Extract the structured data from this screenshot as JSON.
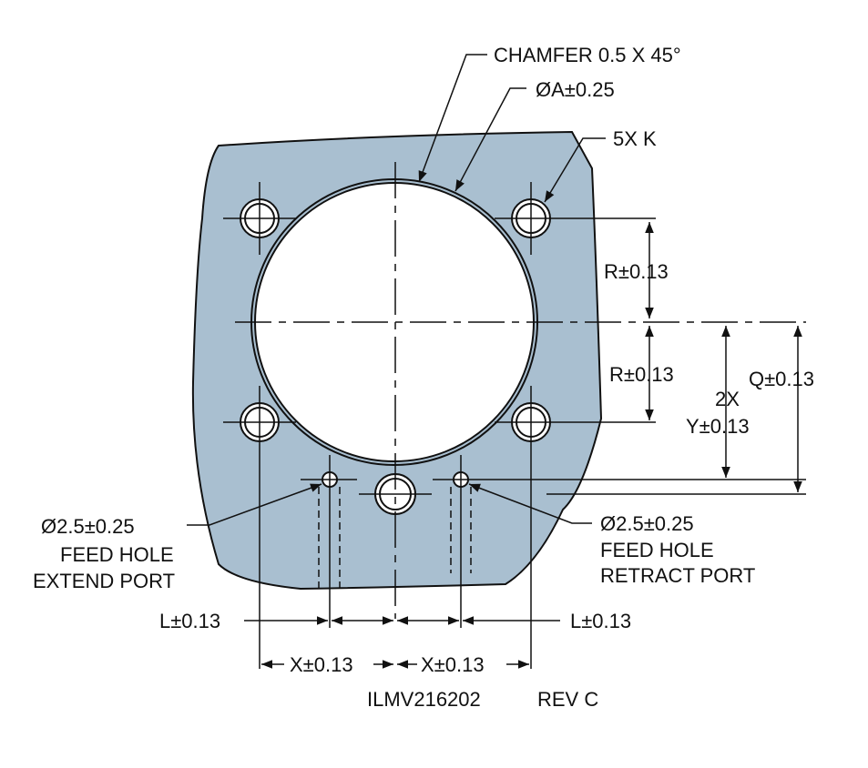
{
  "colors": {
    "plate": "#a9bfd0",
    "line": "#111111"
  },
  "labels": {
    "chamfer": "CHAMFER 0.5 X 45°",
    "diameter_a": "ØA±0.25",
    "holes_k": "5X K",
    "r_top": "R±0.13",
    "r_bottom": "R±0.13",
    "q": "Q±0.13",
    "y_count": "2X",
    "y": "Y±0.13",
    "feed_left": {
      "dia": "Ø2.5±0.25",
      "line1": "FEED HOLE",
      "line2": "EXTEND PORT"
    },
    "feed_right": {
      "dia": "Ø2.5±0.25",
      "line1": "FEED HOLE",
      "line2": "RETRACT PORT"
    },
    "l_left": "L±0.13",
    "l_right": "L±0.13",
    "x_left": "X±0.13",
    "x_right": "X±0.13",
    "part_number": "ILMV216202",
    "revision": "REV C"
  }
}
